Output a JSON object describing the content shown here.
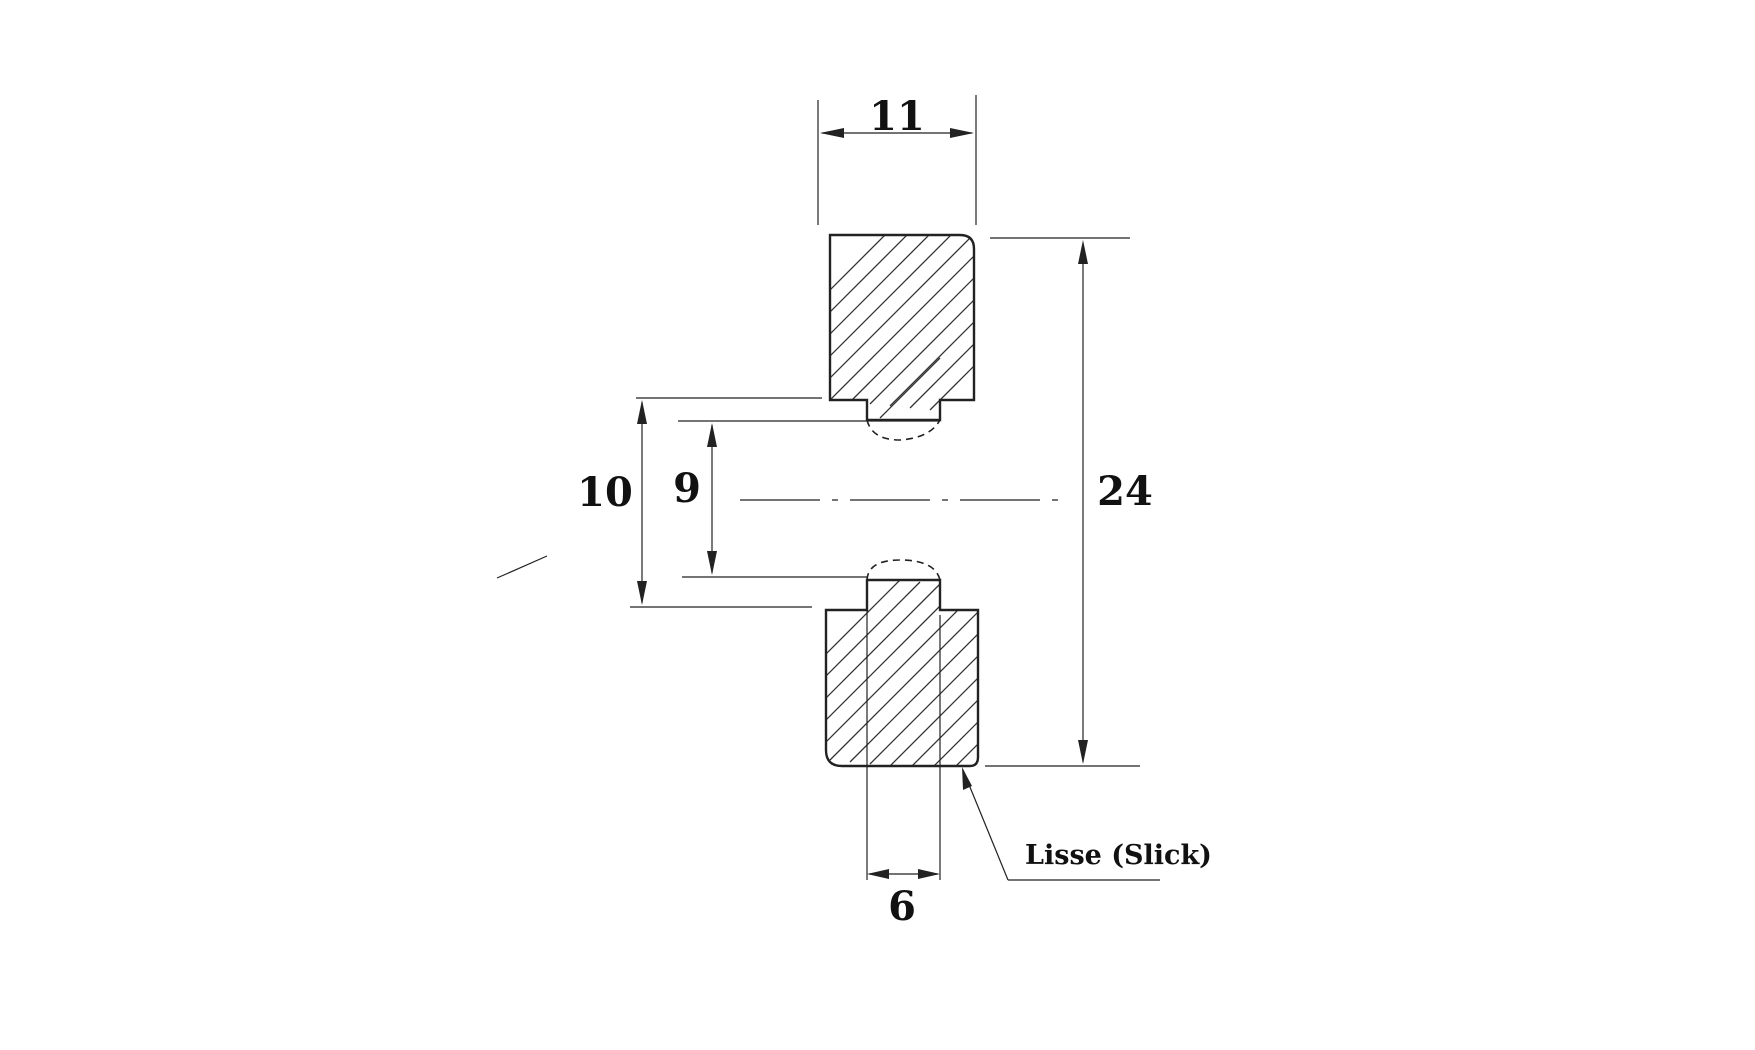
{
  "dimensions": {
    "top_width": "11",
    "outer_gap": "10",
    "inner_gap": "9",
    "total_height": "24",
    "tip_width": "6"
  },
  "note": {
    "label": "Lisse (Slick)"
  },
  "colors": {
    "ink": "#222222",
    "background": "#ffffff"
  }
}
